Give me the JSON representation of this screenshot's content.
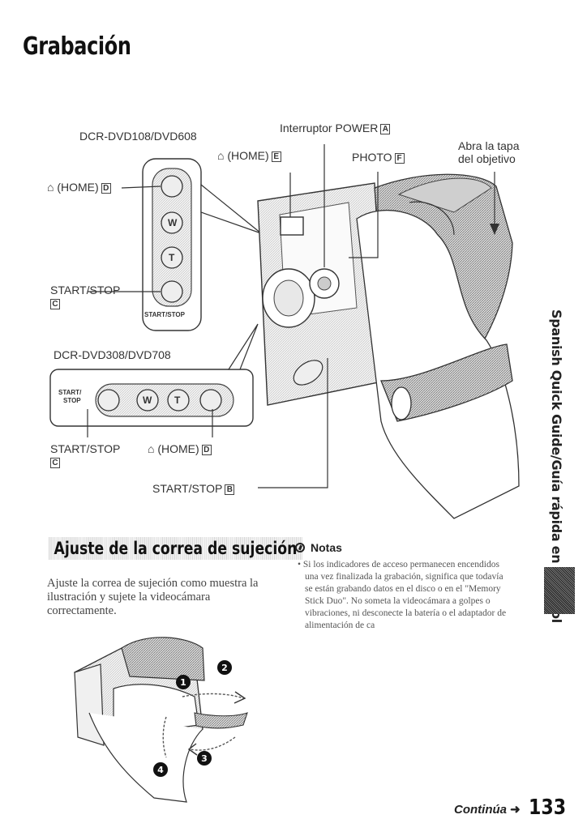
{
  "page_title": "Grabación",
  "top_figure": {
    "model_a": "DCR-DVD108/DVD608",
    "model_b": "DCR-DVD308/DVD708",
    "home_d_text": "(HOME)",
    "home_d_key": "D",
    "home_e_text": "(HOME)",
    "home_e_key": "E",
    "home_d2_text": "(HOME)",
    "home_d2_key": "D",
    "power_text": "Interruptor POWER",
    "power_key": "A",
    "photo_text": "PHOTO",
    "photo_key": "F",
    "lens_line1": "Abra la tapa",
    "lens_line2": "del objetivo",
    "startstop_c1_text": "START/STOP",
    "startstop_c1_key": "C",
    "startstop_c2_text": "START/STOP",
    "startstop_c2_key": "C",
    "startstop_b_text": "START/STOP",
    "startstop_b_key": "B",
    "panel_startstop": "START/STOP",
    "panel_start": "START/",
    "panel_stop": "STOP",
    "btn_w": "W",
    "btn_t": "T"
  },
  "section": {
    "title": "Ajuste de la correa de sujeción",
    "body": "Ajuste la correa de sujeción como muestra la ilustración y sujete la videocámara correctamente.",
    "steps": [
      "1",
      "2",
      "3",
      "4"
    ]
  },
  "notes": {
    "heading": "Notas",
    "items": [
      "Si los indicadores de acceso permanecen encendidos una vez finalizada la grabación, significa que todavía se están grabando datos en el disco o en el \"Memory Stick Duo\". No someta la videocámara a golpes o vibraciones, ni desconecte la batería o el adaptador de alimentación de ca"
    ]
  },
  "side_tab": "Spanish Quick Guide/Guía rápida en español",
  "footer": {
    "continua": "Continúa",
    "arrow": "➜",
    "page_number": "133"
  }
}
